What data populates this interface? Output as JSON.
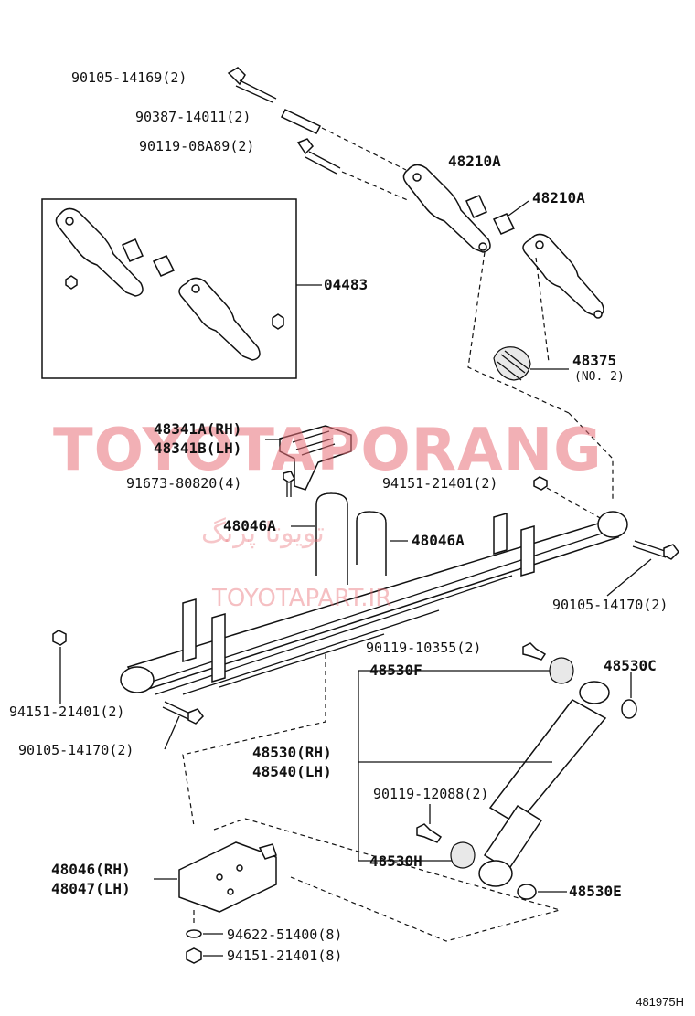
{
  "watermark": {
    "main": "TOYOTAPORANG",
    "persian": "تویوتا پرنگ",
    "site": "TOYOTAPART.IR"
  },
  "figure_id": "481975H",
  "labels": {
    "p90105_14169": "90105-14169(2)",
    "p90387_14011": "90387-14011(2)",
    "p90119_08A89": "90119-08A89(2)",
    "p48210A_1": "48210A",
    "p48210A_2": "48210A",
    "p04483": "04483",
    "p48375": "48375",
    "p48375_sub": "(NO. 2)",
    "p48341A": "48341A(RH)",
    "p48341B": "48341B(LH)",
    "p91673": "91673-80820(4)",
    "p94151_top": "94151-21401(2)",
    "p48046A_left": "48046A",
    "p48046A_right": "48046A",
    "p90105_14170_right": "90105-14170(2)",
    "p94151_left": "94151-21401(2)",
    "p90105_14170_left": "90105-14170(2)",
    "p90119_10355": "90119-10355(2)",
    "p48530F": "48530F",
    "p48530C": "48530C",
    "p48530": "48530(RH)",
    "p48540": "48540(LH)",
    "p90119_12088": "90119-12088(2)",
    "p48530H": "48530H",
    "p48530E": "48530E",
    "p48046": "48046(RH)",
    "p48047": "48047(LH)",
    "p94622": "94622-51400(8)",
    "p94151_bottom": "94151-21401(8)"
  }
}
